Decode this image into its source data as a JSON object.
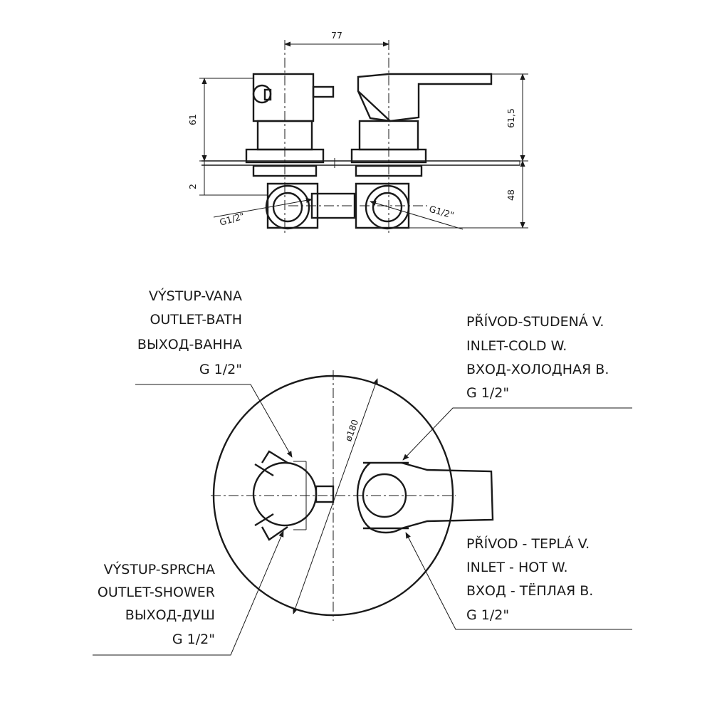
{
  "side_view": {
    "dim_width": "77",
    "dim_body_height_left": "61",
    "dim_plate_thickness": "2",
    "dim_body_height_right": "61,5",
    "dim_depth": "48",
    "thread_left": "G1/2\"",
    "thread_right": "G1/2\""
  },
  "front_view": {
    "dim_diameter": "ø180",
    "outlet_bath": {
      "line1": "VÝSTUP-VANA",
      "line2": "OUTLET-BATH",
      "line3": "ВЫХОД-ВАННА",
      "line4": "G 1/2\""
    },
    "inlet_cold": {
      "line1": "PŘÍVOD-STUDENÁ V.",
      "line2": "INLET-COLD W.",
      "line3": "ВХОД-ХОЛОДНАЯ В.",
      "line4": "G 1/2\""
    },
    "outlet_shower": {
      "line1": "VÝSTUP-SPRCHA",
      "line2": "OUTLET-SHOWER",
      "line3": "ВЫХОД-ДУШ",
      "line4": "G 1/2\""
    },
    "inlet_hot": {
      "line1": "PŘÍVOD - TEPLÁ V.",
      "line2": "INLET - HOT W.",
      "line3": "ВХОД - ТЁПЛАЯ В.",
      "line4": "G 1/2\""
    }
  }
}
